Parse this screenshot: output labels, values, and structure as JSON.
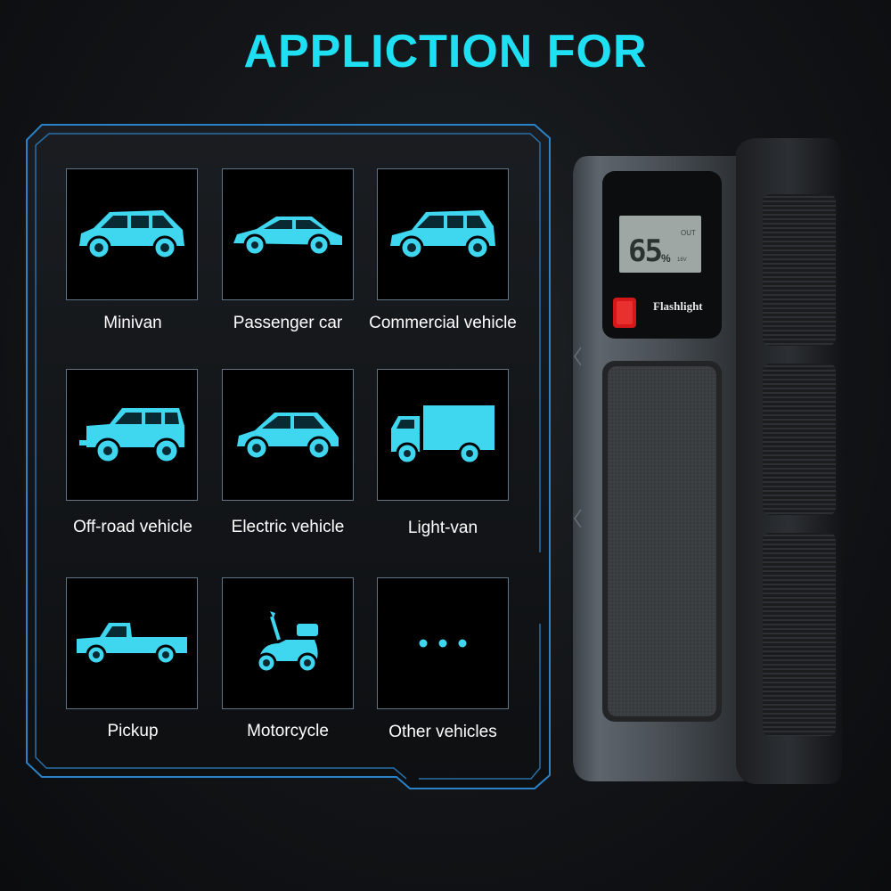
{
  "title": "APPLICTION FOR",
  "colors": {
    "accent": "#1fe0f2",
    "icon_fill": "#3fd6f0",
    "frame": "#2a82c8"
  },
  "vehicles": [
    {
      "label": "Minivan",
      "icon": "minivan-icon"
    },
    {
      "label": "Passenger car",
      "icon": "passenger-car-icon"
    },
    {
      "label": "Commercial vehicle",
      "icon": "commercial-vehicle-icon"
    },
    {
      "label": "Off-road vehicle",
      "icon": "off-road-icon"
    },
    {
      "label": "Electric vehicle",
      "icon": "electric-car-icon"
    },
    {
      "label": "Light-van",
      "icon": "light-van-icon"
    },
    {
      "label": "Pickup",
      "icon": "pickup-icon"
    },
    {
      "label": "Motorcycle",
      "icon": "motorcycle-icon"
    },
    {
      "label": "Other vehicles",
      "icon": "ellipsis-icon"
    }
  ],
  "device": {
    "lcd_value": "65",
    "lcd_unit": "%",
    "lcd_out": "OUT",
    "lcd_sub": "16V",
    "button_label": "Flashlight"
  }
}
